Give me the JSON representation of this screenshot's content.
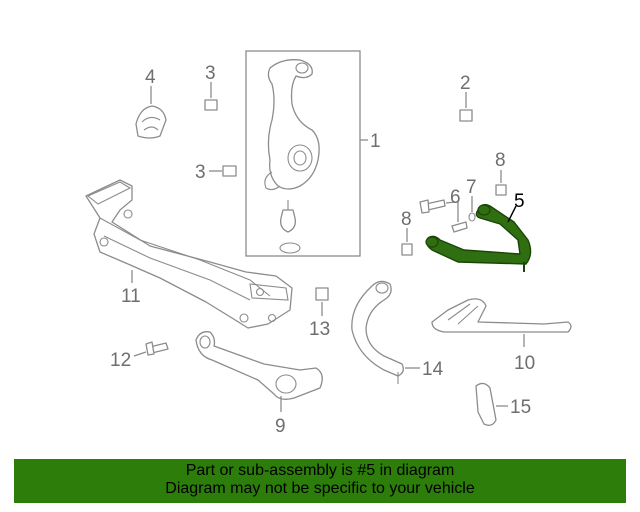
{
  "diagram": {
    "highlighted_part": "5",
    "highlight_color": "#2f6f12",
    "banner_color": "#2d7d0b",
    "callouts": {
      "c1": "1",
      "c2": "2",
      "c3a": "3",
      "c3b": "3",
      "c4": "4",
      "c5": "5",
      "c6": "6",
      "c7": "7",
      "c8a": "8",
      "c8b": "8",
      "c9": "9",
      "c10": "10",
      "c11": "11",
      "c12": "12",
      "c13": "13",
      "c14": "14",
      "c15": "15"
    }
  },
  "banner": {
    "line1": "Part or sub-assembly is #5 in diagram",
    "line2": "Diagram may not be specific to your vehicle"
  }
}
